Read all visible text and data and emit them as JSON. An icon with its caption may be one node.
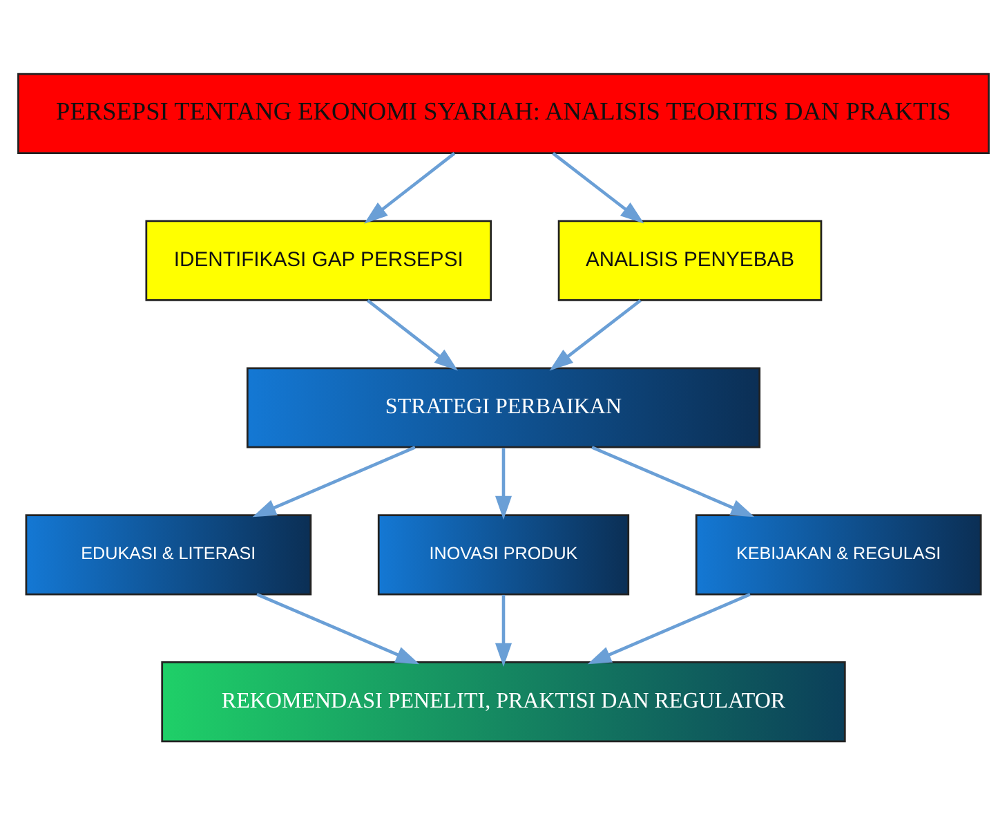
{
  "diagram": {
    "nodes": [
      {
        "text": [
          "PERSEPSI TENTANG EKONOMI SYARIAH: ANALISIS TEORITIS DAN PRAKTIS"
        ]
      },
      {
        "text": [
          "IDENTIFIKASI GAP PERSEPSI"
        ]
      },
      {
        "text": [
          "ANALISIS PENYEBAB"
        ]
      },
      {
        "text": [
          "STRATEGI PERBAIKAN"
        ]
      },
      {
        "text": [
          "EDUKASI & LITERASI"
        ]
      },
      {
        "text": [
          "INOVASI PRODUK"
        ]
      },
      {
        "text": [
          "KEBIJAKAN & REGULASI"
        ]
      },
      {
        "text": [
          "REKOMENDASI PENELITI, PRAKTISI DAN REGULATOR"
        ]
      }
    ],
    "edges": [
      {
        "from": 0,
        "to": 1,
        "arrow": "to"
      },
      {
        "from": 0,
        "to": 2,
        "arrow": "to"
      },
      {
        "from": 1,
        "to": 3,
        "arrow": "to"
      },
      {
        "from": 2,
        "to": 3,
        "arrow": "to"
      },
      {
        "from": 3,
        "to": 4,
        "arrow": "to"
      },
      {
        "from": 3,
        "to": 5,
        "arrow": "to"
      },
      {
        "from": 3,
        "to": 6,
        "arrow": "to"
      },
      {
        "from": 4,
        "to": 7,
        "arrow": "to"
      },
      {
        "from": 5,
        "to": 7,
        "arrow": "to"
      },
      {
        "from": 6,
        "to": 7,
        "arrow": "to"
      }
    ]
  }
}
